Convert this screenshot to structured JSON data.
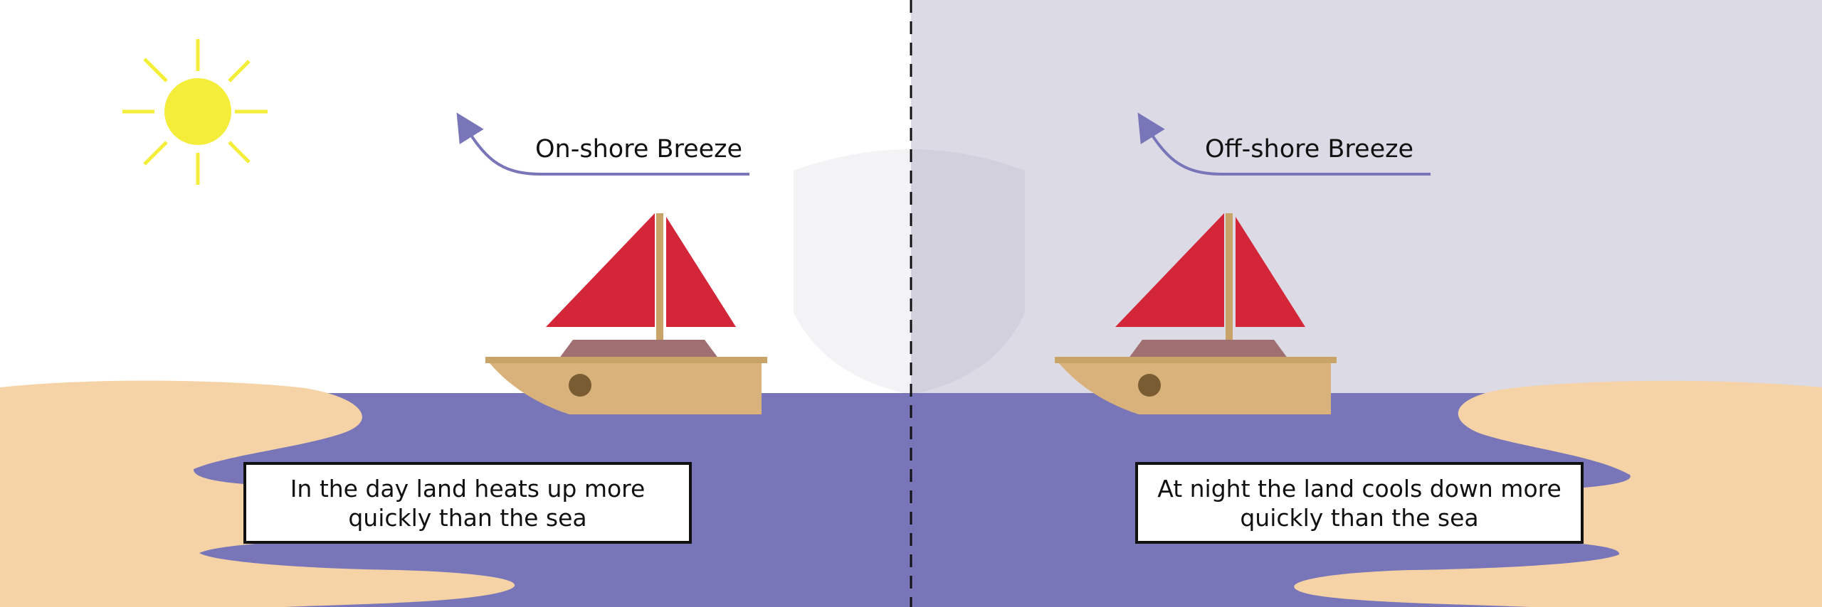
{
  "day_panel": {
    "breeze_label": "On-shore Breeze",
    "caption": "In the day land heats up more quickly than the sea",
    "sky_color": "#ffffff",
    "celestial_icon": "sun-icon"
  },
  "night_panel": {
    "breeze_label": "Off-shore Breeze",
    "caption": "At night the land cools down more quickly than the sea",
    "sky_color": "#dcdae5",
    "celestial_icon": "moon-icon"
  },
  "colors": {
    "sea": "#7876b8",
    "sand": "#f5d3a7",
    "sail": "#d42639",
    "hull": "#d8b27a",
    "cabin": "#a06f72",
    "sun": "#f4ed3a",
    "moon": "#f8f3b8",
    "arrow": "#7876b8"
  }
}
